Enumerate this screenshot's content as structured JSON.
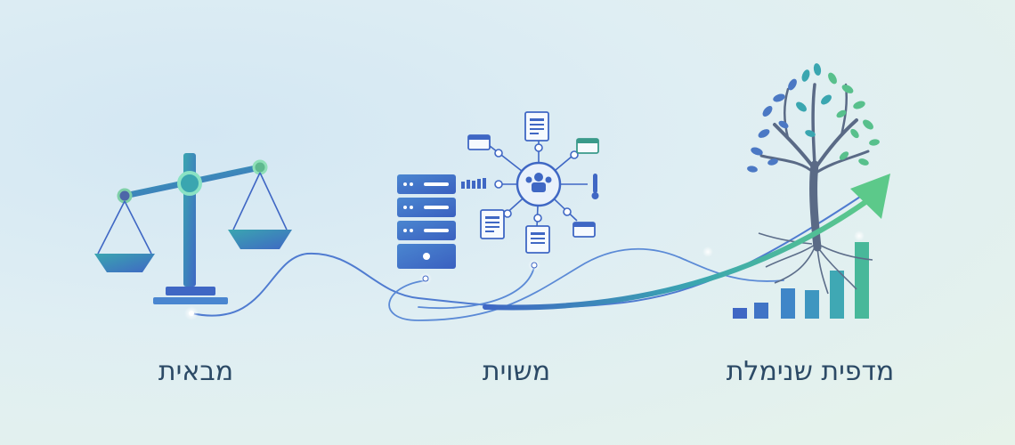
{
  "stages": [
    {
      "label": "מבאית",
      "icon": "balance-scale-icon"
    },
    {
      "label": "משוית",
      "icon": "server-network-icon"
    },
    {
      "label": "מדפית שנימלת",
      "icon": "tree-growth-chart-icon"
    }
  ],
  "colors": {
    "primary_blue": "#3f67c4",
    "mid_teal": "#3aa6b0",
    "accent_green": "#4cbf86",
    "text": "#2c4a66"
  }
}
